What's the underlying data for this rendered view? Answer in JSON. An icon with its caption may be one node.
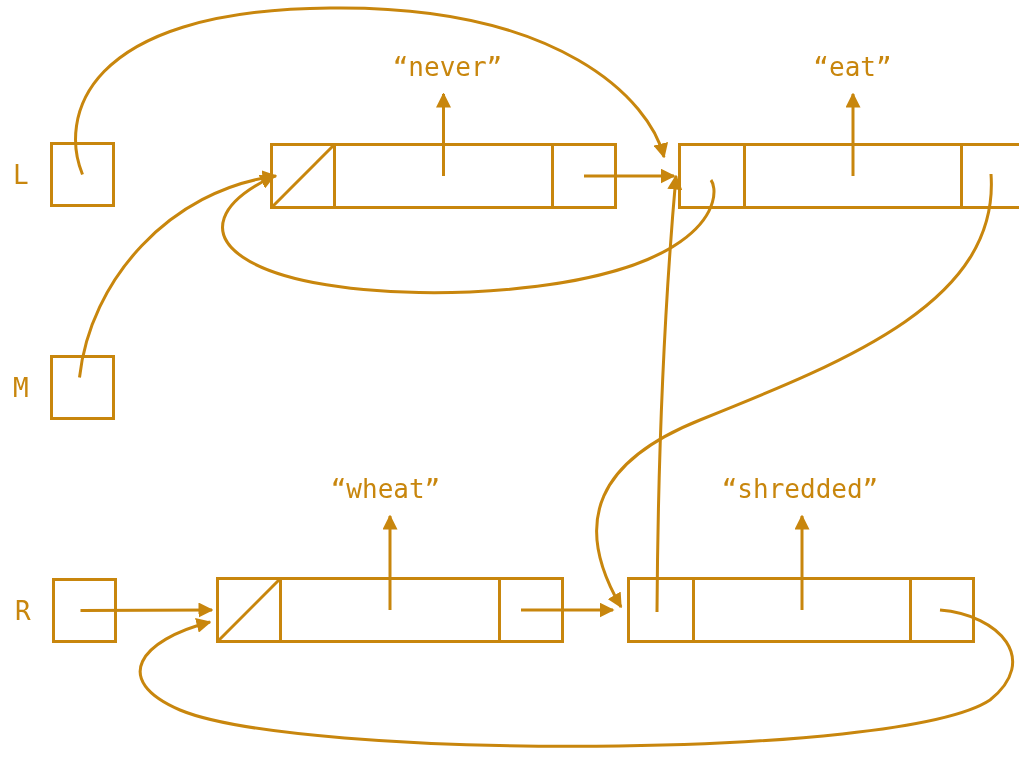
{
  "diagram": {
    "nodes": [
      {
        "text": [],
        "shape": "box",
        "beside": [
          "L"
        ]
      },
      {
        "text": [],
        "shape": "box",
        "beside": [
          "M"
        ]
      },
      {
        "text": [],
        "shape": "box",
        "beside": [
          "R"
        ]
      },
      {
        "text": [],
        "shape": "box"
      },
      {
        "text": [],
        "shape": "box"
      },
      {
        "text": [],
        "shape": "box"
      },
      {
        "text": [],
        "shape": "box"
      },
      {
        "text": [],
        "shape": "box"
      },
      {
        "text": [],
        "shape": "box"
      },
      {
        "text": [],
        "shape": "box"
      },
      {
        "text": [],
        "shape": "box"
      },
      {
        "text": [],
        "shape": "box"
      },
      {
        "text": [],
        "shape": "box"
      },
      {
        "text": [],
        "shape": "box"
      },
      {
        "text": [],
        "shape": "box"
      },
      {
        "text": [
          "“never”"
        ]
      },
      {
        "text": [
          "“eat”"
        ]
      },
      {
        "text": [
          "“wheat”"
        ]
      },
      {
        "text": [
          "“shredded”"
        ]
      }
    ],
    "edges": [
      {
        "from": 0,
        "to": 6,
        "arrow": "to"
      },
      {
        "from": 1,
        "to": 3,
        "arrow": "to"
      },
      {
        "from": 5,
        "to": 6,
        "arrow": "to"
      },
      {
        "from": 4,
        "to": 15,
        "arrow": "to"
      },
      {
        "from": 6,
        "to": 3,
        "arrow": "to"
      },
      {
        "from": 7,
        "to": 16,
        "arrow": "to"
      },
      {
        "from": 8,
        "to": 12,
        "arrow": "to"
      },
      {
        "from": 12,
        "to": 6,
        "arrow": "to"
      },
      {
        "from": 2,
        "to": 9,
        "arrow": "to"
      },
      {
        "from": 10,
        "to": 17,
        "arrow": "to"
      },
      {
        "from": 11,
        "to": 12,
        "arrow": "to"
      },
      {
        "from": 13,
        "to": 18,
        "arrow": "to"
      },
      {
        "from": 14,
        "to": 9,
        "arrow": "to"
      }
    ]
  }
}
